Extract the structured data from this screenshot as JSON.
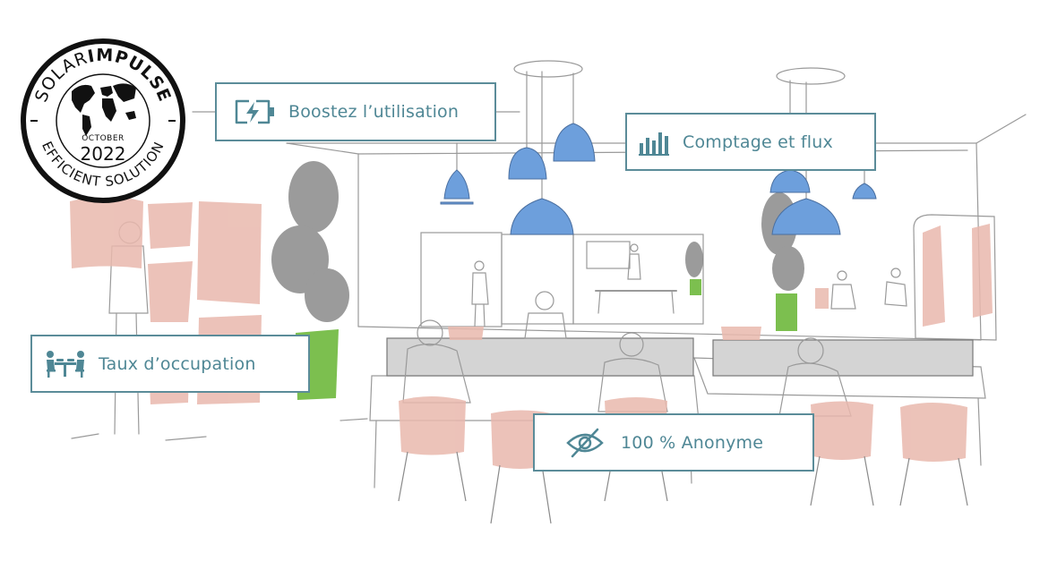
{
  "badge": {
    "brand_part1": "SOLAR",
    "brand_part2": "IMPULSE",
    "bottom_text": "EFFICIENT SOLUTION",
    "month": "OCTOBER",
    "year": "2022",
    "icon": "world-map-icon"
  },
  "features": [
    {
      "label": "Boostez l’utilisation",
      "icon": "battery-charging-icon"
    },
    {
      "label": "Comptage et flux",
      "icon": "bar-chart-icon"
    },
    {
      "label": "Taux d’occupation",
      "icon": "people-at-table-icon"
    },
    {
      "label": "100 % Anonyme",
      "icon": "eye-off-icon"
    }
  ],
  "colors": {
    "accent": "#4f8795",
    "border": "#5b8c99",
    "lamp_blue": "#6d9fdc",
    "chair_pink": "#e9b8ad",
    "plant_green": "#7cbf4f",
    "sketch": "#8a8a8a"
  }
}
